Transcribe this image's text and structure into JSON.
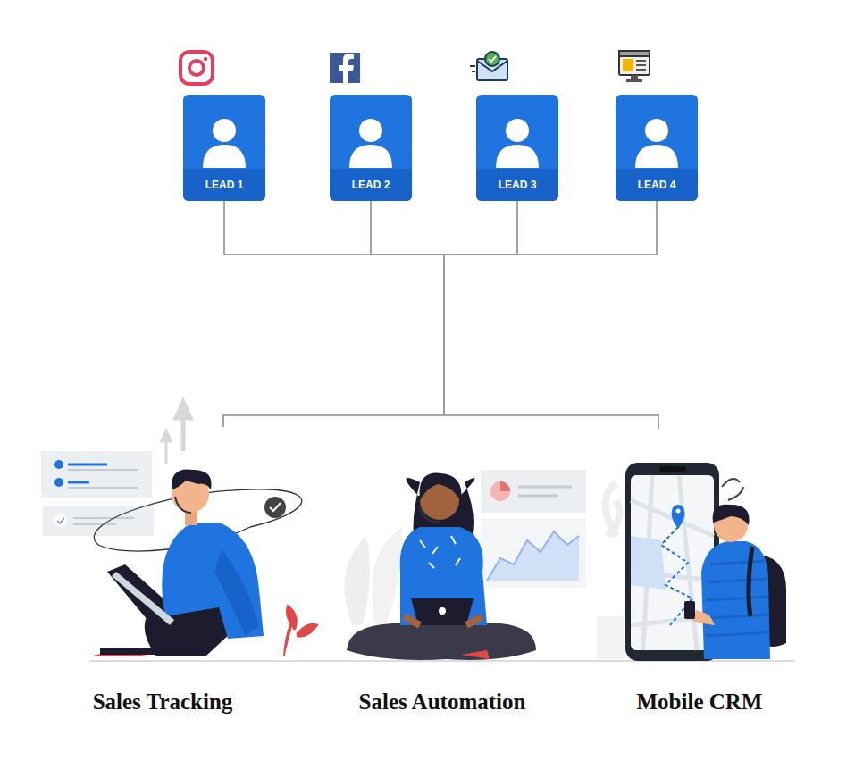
{
  "diagram": {
    "nodes": [
      {
        "text": [
          "LEAD 1"
        ]
      },
      {
        "text": [
          "LEAD 2"
        ]
      },
      {
        "text": [
          "LEAD 3"
        ]
      },
      {
        "text": [
          "LEAD 4"
        ]
      },
      {
        "text": [
          "Sales Tracking"
        ]
      },
      {
        "text": [
          "Sales Automation"
        ]
      },
      {
        "text": [
          "Mobile CRM"
        ]
      }
    ],
    "edges": [
      {
        "from": 0,
        "to": 4,
        "arrow": "none"
      },
      {
        "from": 0,
        "to": 5,
        "arrow": "none"
      },
      {
        "from": 0,
        "to": 6,
        "arrow": "none"
      },
      {
        "from": 1,
        "to": 4,
        "arrow": "none"
      },
      {
        "from": 1,
        "to": 5,
        "arrow": "none"
      },
      {
        "from": 1,
        "to": 6,
        "arrow": "none"
      },
      {
        "from": 2,
        "to": 4,
        "arrow": "none"
      },
      {
        "from": 2,
        "to": 5,
        "arrow": "none"
      },
      {
        "from": 2,
        "to": 6,
        "arrow": "none"
      },
      {
        "from": 3,
        "to": 4,
        "arrow": "none"
      },
      {
        "from": 3,
        "to": 5,
        "arrow": "none"
      },
      {
        "from": 3,
        "to": 6,
        "arrow": "none"
      }
    ]
  }
}
